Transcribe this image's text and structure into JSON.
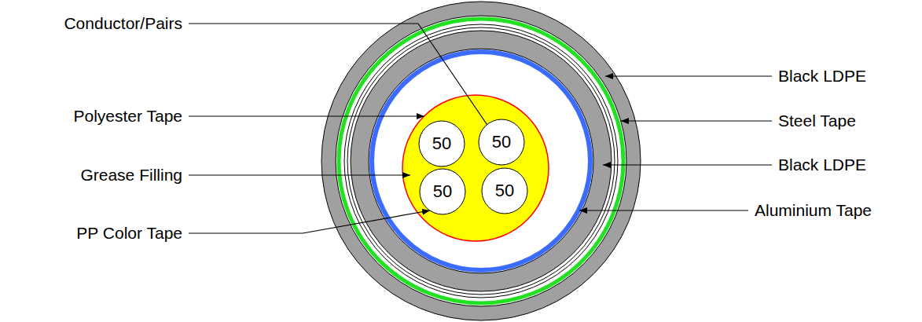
{
  "diagram": {
    "nodes": [
      {
        "text": [
          "50"
        ]
      },
      {
        "text": [
          "50"
        ]
      },
      {
        "text": [
          "50"
        ]
      },
      {
        "text": [
          "50"
        ]
      }
    ],
    "labels": [
      "Conductor/Pairs",
      "Black LDPE",
      "Polyester Tape",
      "Steel Tape",
      "Grease Filling",
      "Black LDPE",
      "PP Color Tape",
      "Aluminium Tape"
    ]
  }
}
